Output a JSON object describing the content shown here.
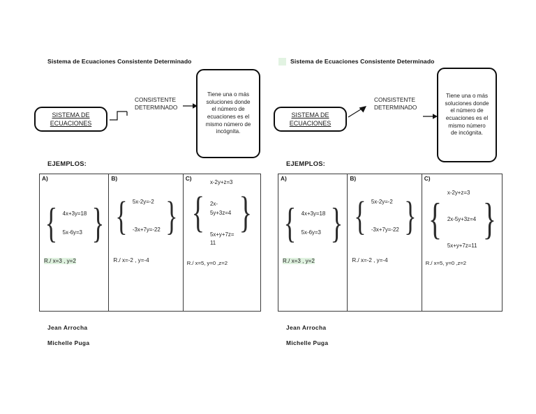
{
  "document": {
    "background": "#ffffff",
    "highlight_color": "#dff2df",
    "ink_color": "#111111"
  },
  "panels": [
    {
      "id": "left",
      "title": "Sistema de Ecuaciones Consistente Determinado",
      "has_title_chip": false,
      "source_box": {
        "line1": "SISTEMA DE",
        "line2": "ECUACIONES"
      },
      "edge_label": {
        "line1": "CONSISTENTE",
        "line2": "DETERMINADO"
      },
      "description_box": "Tiene una o más soluciones donde el número de ecuaciones es el mismo número de incógnita.",
      "examples_heading": "EJEMPLOS:",
      "table": {
        "cells": [
          {
            "label": "A)",
            "equations": [
              "4x+3y=18",
              "5x-6y=3"
            ],
            "answer": "R./ x=3 , y=2",
            "answer_highlighted": true
          },
          {
            "label": "B)",
            "equations": [
              "5x-2y=-2",
              "-3x+7y=-22"
            ],
            "answer": "R./  x=-2 ,  y=-4",
            "answer_highlighted": false
          },
          {
            "label": "C)",
            "equations": [
              "x-2y+z=3",
              "2x-\n5y+3z=4",
              "5x+y+7z=\n11"
            ],
            "answer": "R./ x=5, y=0 ,z=2",
            "answer_highlighted": false
          }
        ]
      },
      "signatures": [
        "Jean Arrocha",
        "Michelle Puga"
      ]
    },
    {
      "id": "right",
      "title": "Sistema de Ecuaciones Consistente Determinado",
      "has_title_chip": true,
      "source_box": {
        "line1": "SISTEMA DE",
        "line2": "ECUACIONES"
      },
      "edge_label": {
        "line1": "CONSISTENTE",
        "line2": "DETERMINADO"
      },
      "description_box": "Tiene una o más soluciones donde el número de ecuaciones es el mismo número de incógnita.",
      "examples_heading": "EJEMPLOS:",
      "table": {
        "cells": [
          {
            "label": "A)",
            "equations": [
              "4x+3y=18",
              "5x-6y=3"
            ],
            "answer": "R./ x=3 , y=2",
            "answer_highlighted": true
          },
          {
            "label": "B)",
            "equations": [
              "5x-2y=-2",
              "-3x+7y=-22"
            ],
            "answer": "R./  x=-2 ,  y=-4",
            "answer_highlighted": false
          },
          {
            "label": "C)",
            "equations": [
              "x-2y+z=3",
              "2x-5y+3z=4",
              "5x+y+7z=11"
            ],
            "answer": "R./ x=5, y=0 ,z=2",
            "answer_highlighted": false
          }
        ]
      },
      "signatures": [
        "Jean Arrocha",
        "Michelle Puga"
      ]
    }
  ]
}
